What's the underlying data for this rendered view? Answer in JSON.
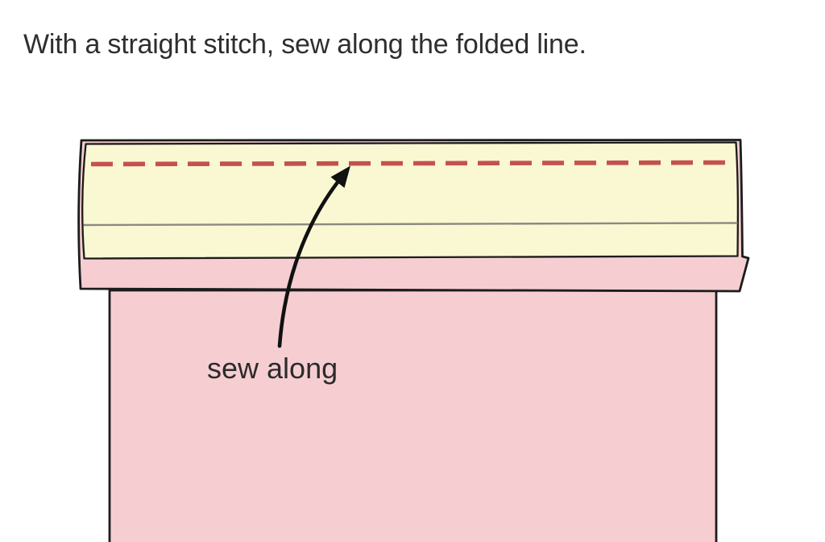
{
  "title": "With a straight stitch, sew along the folded line.",
  "annotation": {
    "label": "sew along"
  },
  "diagram": {
    "description": "Fabric piece with top edge folded over; a red dashed straight-stitch line runs along the folded band, indicated by a curved black arrow labeled sew along.",
    "stitch_style": "dashed",
    "colors": {
      "fabric_fold_yellow": "#FAF8D2",
      "fabric_main_pink": "#F6CED1",
      "stitch_red": "#C5514F",
      "fold_line_gray": "#8A8A83",
      "outline_black": "#1C1C1C",
      "arrow_black": "#111111",
      "text_dark": "#2E2E2E"
    }
  }
}
